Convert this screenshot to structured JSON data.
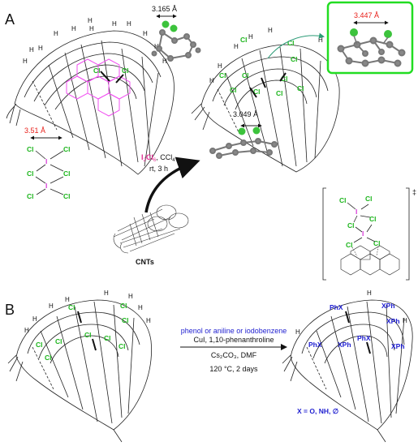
{
  "panel_a": {
    "letter": "A",
    "distances": {
      "top_complex": "3.165 Å",
      "inset": "3.447 Å",
      "bottom_complex": "3.049 Å",
      "icl_dimer": "3.51 Å"
    },
    "reagent": {
      "i2cl6": "I",
      "sub2": "2",
      "cl6": "Cl",
      "sub6": "6",
      "solvent": ", CCl",
      "sub4": "4",
      "time": "rt, 3 h"
    },
    "cnts_label": "CNTs",
    "dagger": "‡",
    "atom_h": "H",
    "atom_cl": "Cl",
    "atom_i": "I"
  },
  "panel_b": {
    "letter": "B",
    "conditions": [
      "phenol or aniline or iodobenzene",
      "CuI, 1,10-phenanthroline",
      "Cs₂CO₃, DMF",
      "120 °C, 2 days"
    ],
    "substituents": [
      "PhX",
      "XPh",
      "XPh",
      "PhX",
      "XPh",
      "PhX",
      "XPh"
    ],
    "x_def": "X = O, NH, ∅"
  },
  "colors": {
    "chlorine": "#1db51d",
    "iodine": "#d93ad9",
    "substituent": "#1f1fd0",
    "highlight": "#f050f0",
    "frame": "#22dd22"
  }
}
